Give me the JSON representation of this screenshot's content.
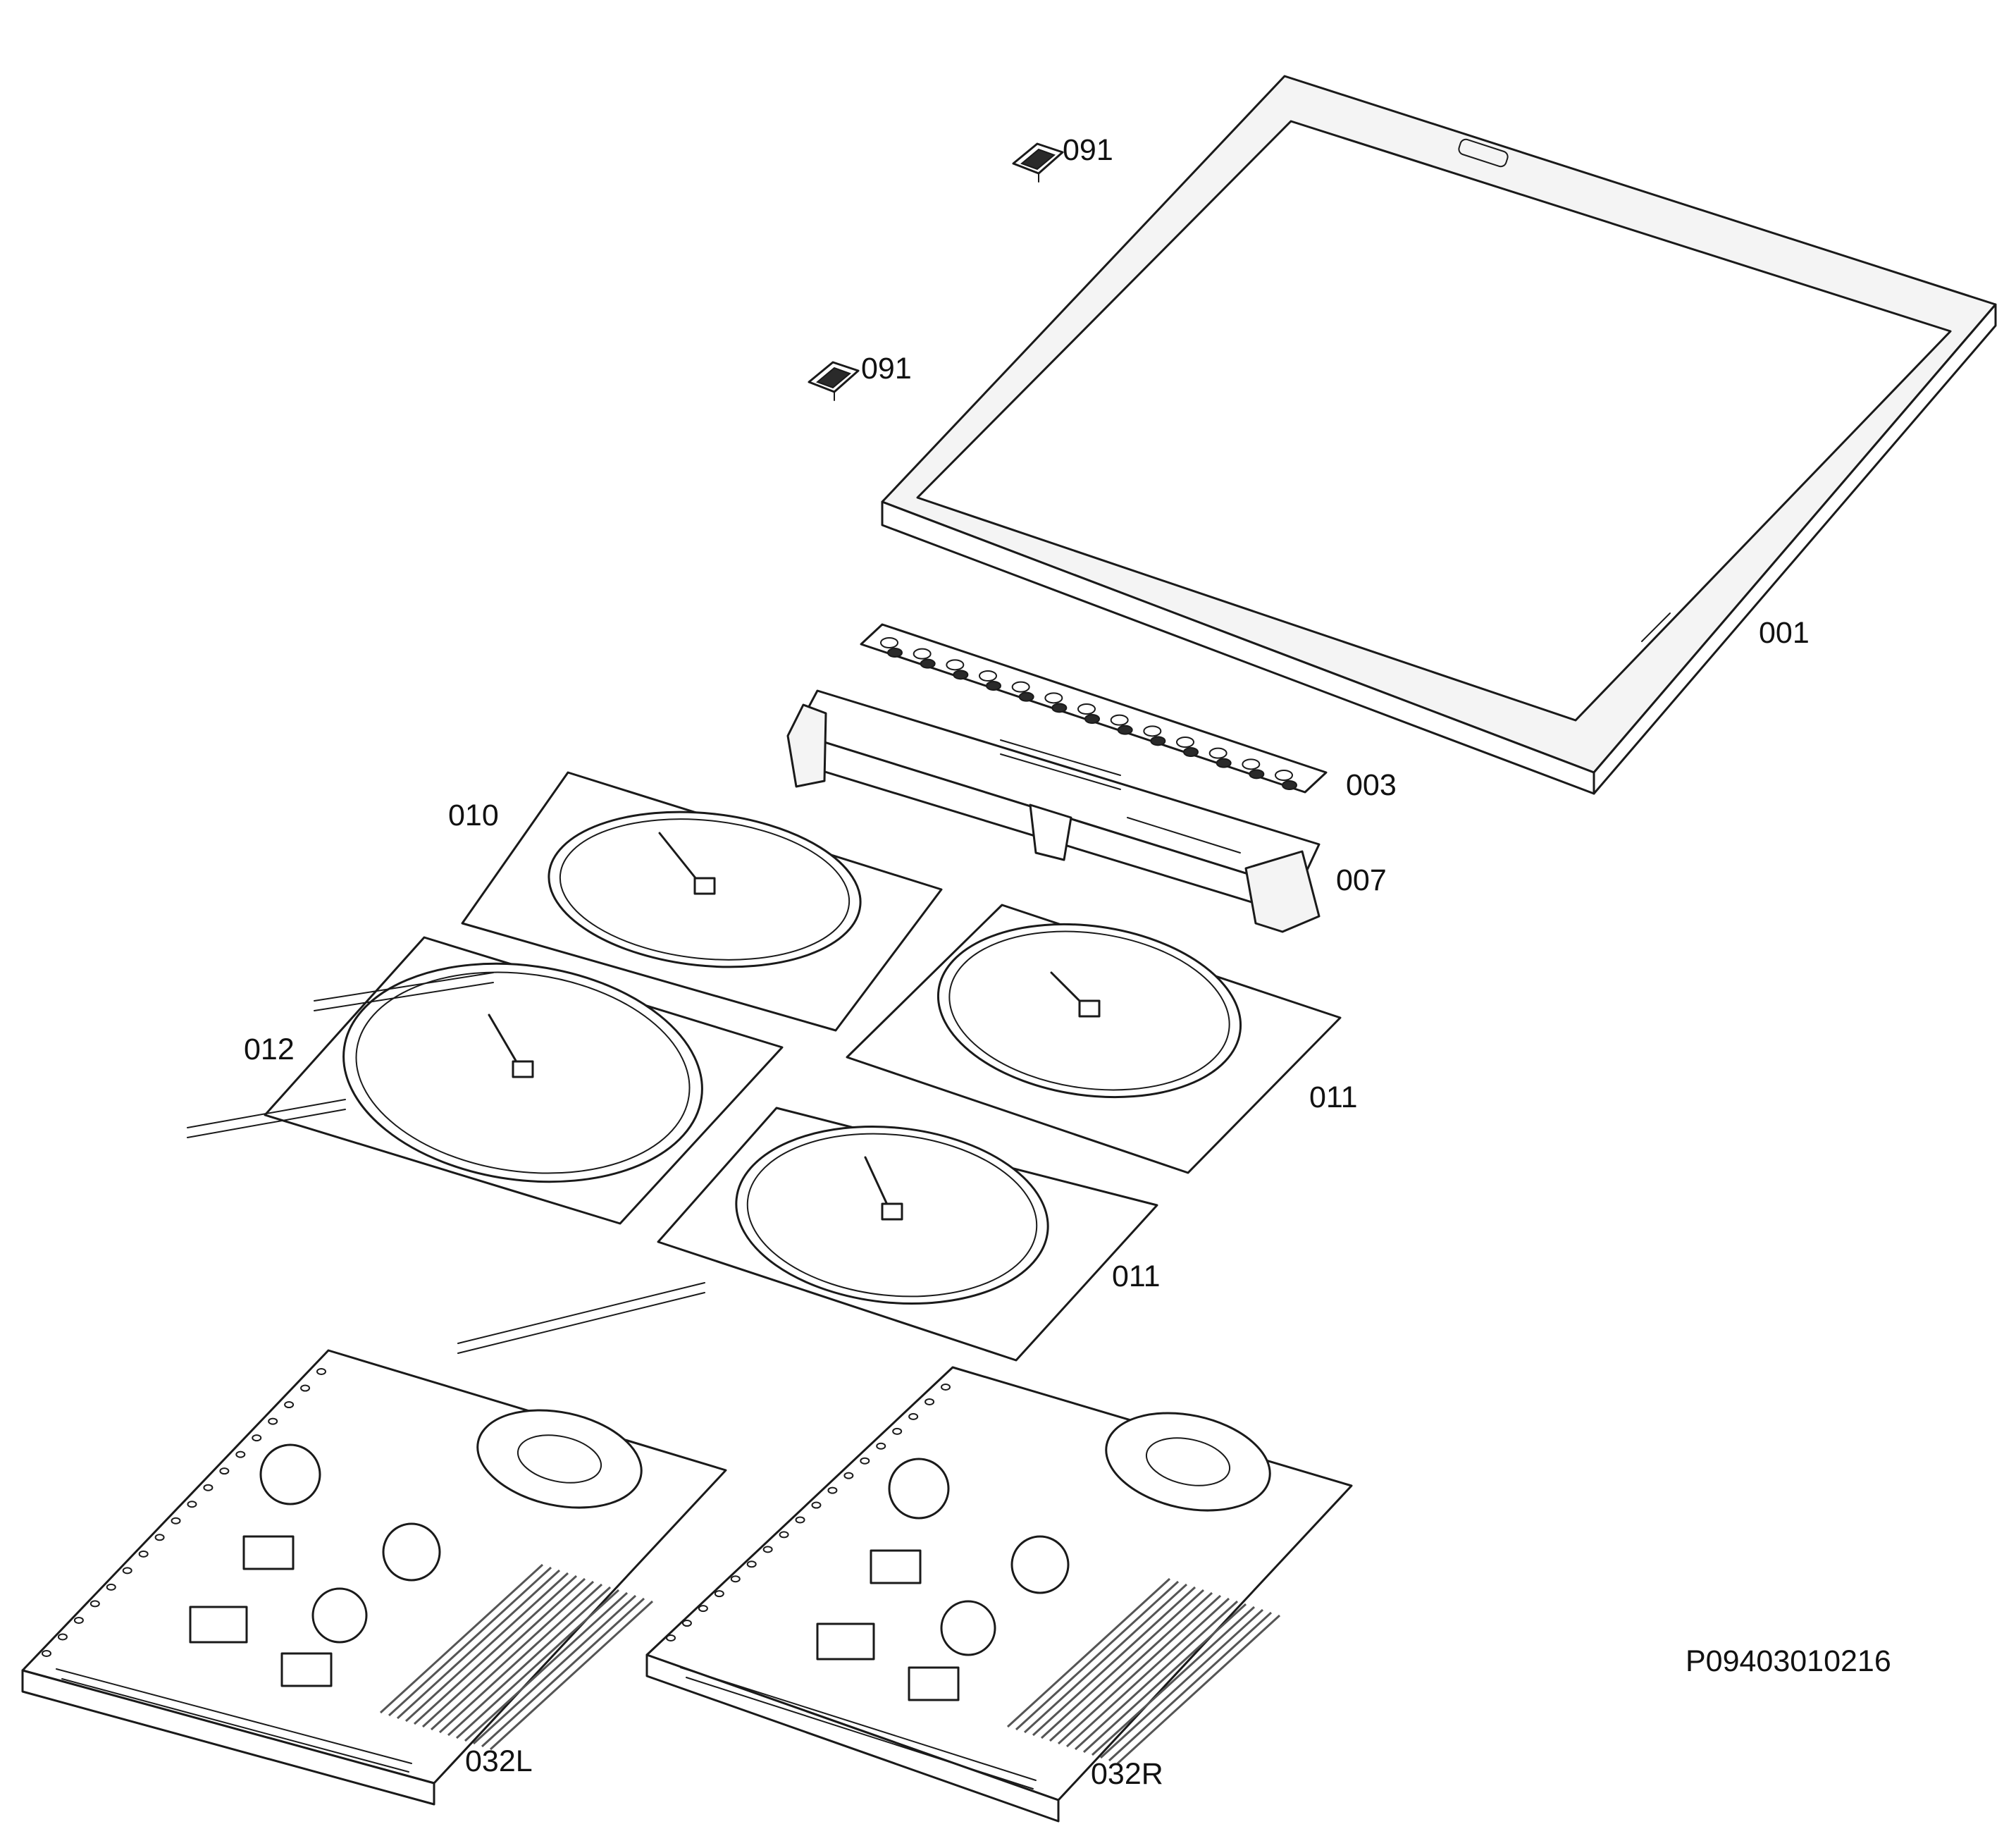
{
  "diagram": {
    "parts": {
      "glass_top": "001",
      "control_foil": "003",
      "control_holder": "007",
      "heater_rear_left": "010",
      "heater_right_rear": "011",
      "heater_front": "011",
      "heater_large": "012",
      "bracket_upper": "091",
      "bracket_lower": "091",
      "board_left": "032L",
      "board_right": "032R"
    },
    "drawing_code": "P09403010216"
  }
}
